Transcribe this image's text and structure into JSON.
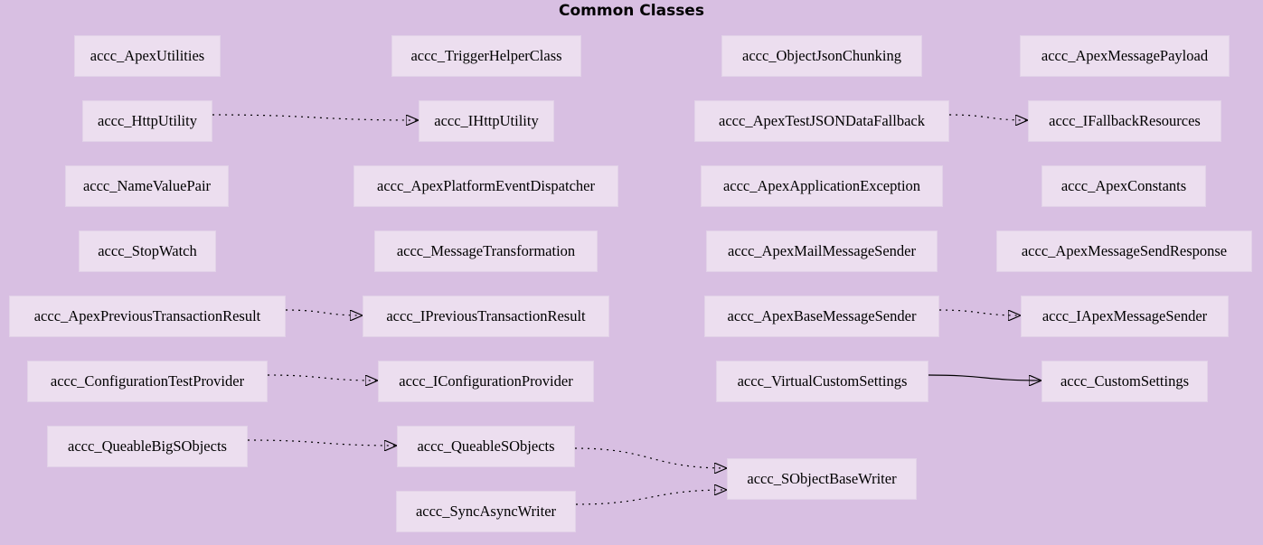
{
  "title": "Common Classes",
  "nodes": {
    "apex_utilities": "accc_ApexUtilities",
    "trigger_helper_class": "accc_TriggerHelperClass",
    "object_json_chunking": "accc_ObjectJsonChunking",
    "apex_message_payload": "accc_ApexMessagePayload",
    "http_utility": "accc_HttpUtility",
    "i_http_utility": "accc_IHttpUtility",
    "apex_test_json_data_fallback": "accc_ApexTestJSONDataFallback",
    "i_fallback_resources": "accc_IFallbackResources",
    "name_value_pair": "accc_NameValuePair",
    "apex_platform_event_dispatcher": "accc_ApexPlatformEventDispatcher",
    "apex_application_exception": "accc_ApexApplicationException",
    "apex_constants": "accc_ApexConstants",
    "stop_watch": "accc_StopWatch",
    "message_transformation": "accc_MessageTransformation",
    "apex_mail_message_sender": "accc_ApexMailMessageSender",
    "apex_message_send_response": "accc_ApexMessageSendResponse",
    "apex_previous_transaction_result": "accc_ApexPreviousTransactionResult",
    "i_previous_transaction_result": "accc_IPreviousTransactionResult",
    "apex_base_message_sender": "accc_ApexBaseMessageSender",
    "i_apex_message_sender": "accc_IApexMessageSender",
    "configuration_test_provider": "accc_ConfigurationTestProvider",
    "i_configuration_provider": "accc_IConfigurationProvider",
    "virtual_custom_settings": "accc_VirtualCustomSettings",
    "custom_settings": "accc_CustomSettings",
    "queable_big_sobjects": "accc_QueableBigSObjects",
    "queable_sobjects": "accc_QueableSObjects",
    "sobject_base_writer": "accc_SObjectBaseWriter",
    "sync_async_writer": "accc_SyncAsyncWriter"
  },
  "edges": [
    {
      "from": "http_utility",
      "to": "i_http_utility",
      "style": "dotted"
    },
    {
      "from": "apex_test_json_data_fallback",
      "to": "i_fallback_resources",
      "style": "dotted"
    },
    {
      "from": "apex_previous_transaction_result",
      "to": "i_previous_transaction_result",
      "style": "dotted"
    },
    {
      "from": "apex_base_message_sender",
      "to": "i_apex_message_sender",
      "style": "dotted"
    },
    {
      "from": "configuration_test_provider",
      "to": "i_configuration_provider",
      "style": "dotted"
    },
    {
      "from": "virtual_custom_settings",
      "to": "custom_settings",
      "style": "solid"
    },
    {
      "from": "queable_big_sobjects",
      "to": "queable_sobjects",
      "style": "dotted"
    },
    {
      "from": "queable_sobjects",
      "to": "sobject_base_writer",
      "style": "dotted"
    },
    {
      "from": "sync_async_writer",
      "to": "sobject_base_writer",
      "style": "dotted"
    }
  ],
  "colors": {
    "background": "#d8bfe2",
    "node_fill": "#ecdeef",
    "edge": "#000000"
  }
}
